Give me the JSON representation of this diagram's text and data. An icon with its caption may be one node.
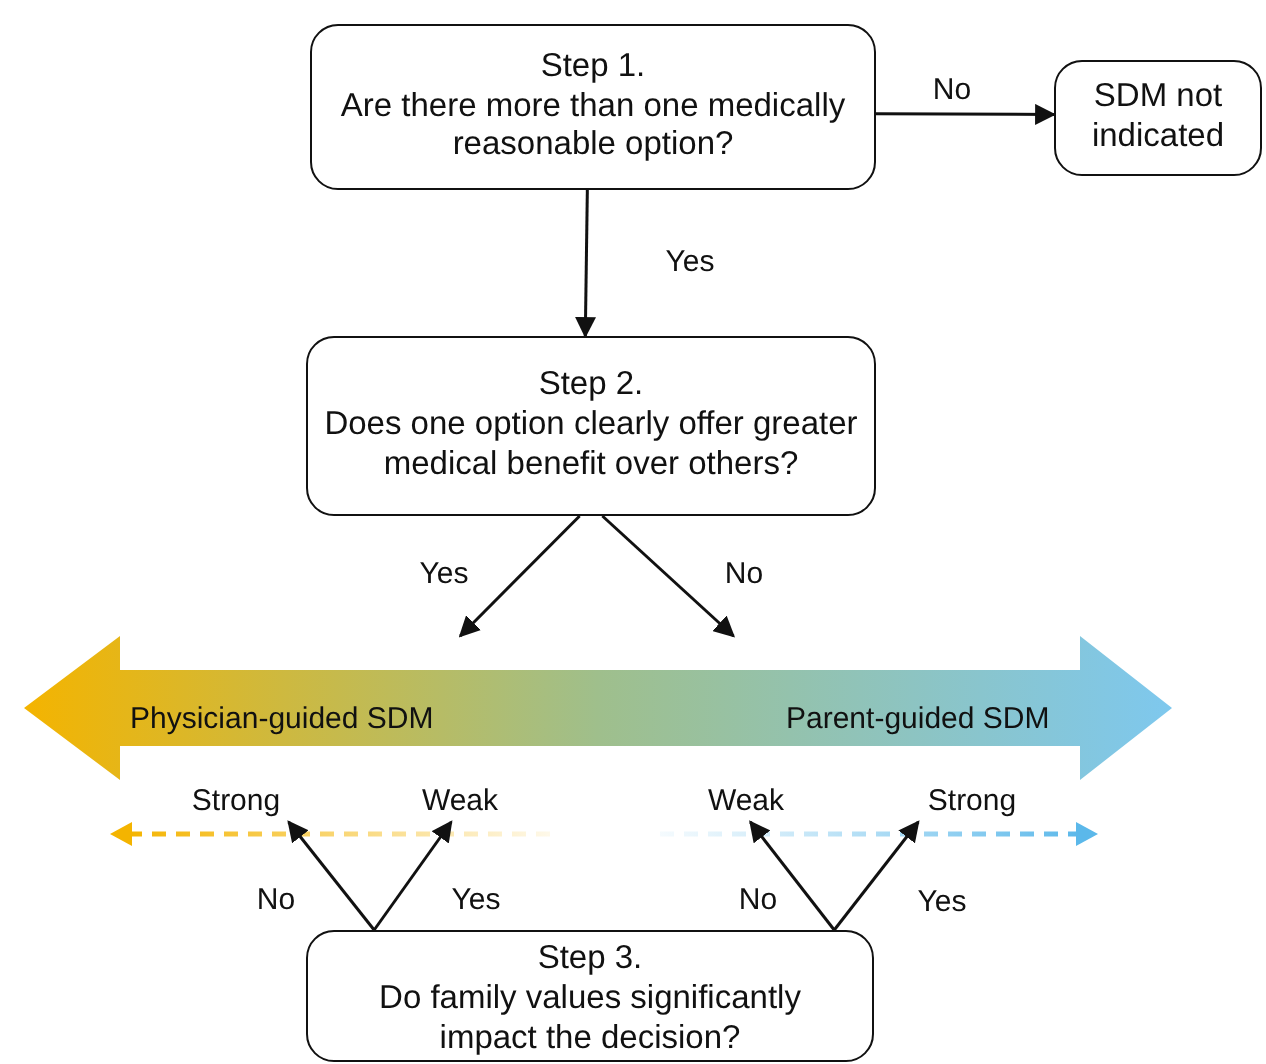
{
  "diagram": {
    "nodes": [
      {
        "text": [
          "Step 1.",
          "Are there more than one medically reasonable option?"
        ]
      },
      {
        "text": [
          "SDM not indicated"
        ]
      },
      {
        "text": [
          "Step 2.",
          "Does one option clearly offer greater medical benefit over others?"
        ]
      },
      {
        "text": [
          "Physician-guided SDM",
          "Parent-guided SDM"
        ]
      },
      {
        "text": [
          "Strong"
        ]
      },
      {
        "text": [
          "Weak"
        ]
      },
      {
        "text": [
          "Weak"
        ]
      },
      {
        "text": [
          "Strong"
        ]
      },
      {
        "text": [
          "Step 3.",
          "Do family values significantly impact the decision?"
        ]
      }
    ],
    "edges": [
      {
        "from": 0,
        "to": 1,
        "arrow": "to",
        "label": "No"
      },
      {
        "from": 0,
        "to": 2,
        "arrow": "to",
        "label": "Yes"
      },
      {
        "from": 2,
        "to": 3,
        "arrow": "to",
        "label": "Yes"
      },
      {
        "from": 2,
        "to": 3,
        "arrow": "to",
        "label": "No"
      },
      {
        "from": 8,
        "to": 4,
        "arrow": "to",
        "label": "No"
      },
      {
        "from": 8,
        "to": 5,
        "arrow": "to",
        "label": "Yes"
      },
      {
        "from": 8,
        "to": 6,
        "arrow": "to",
        "label": "No"
      },
      {
        "from": 8,
        "to": 7,
        "arrow": "to",
        "label": "Yes"
      }
    ]
  }
}
